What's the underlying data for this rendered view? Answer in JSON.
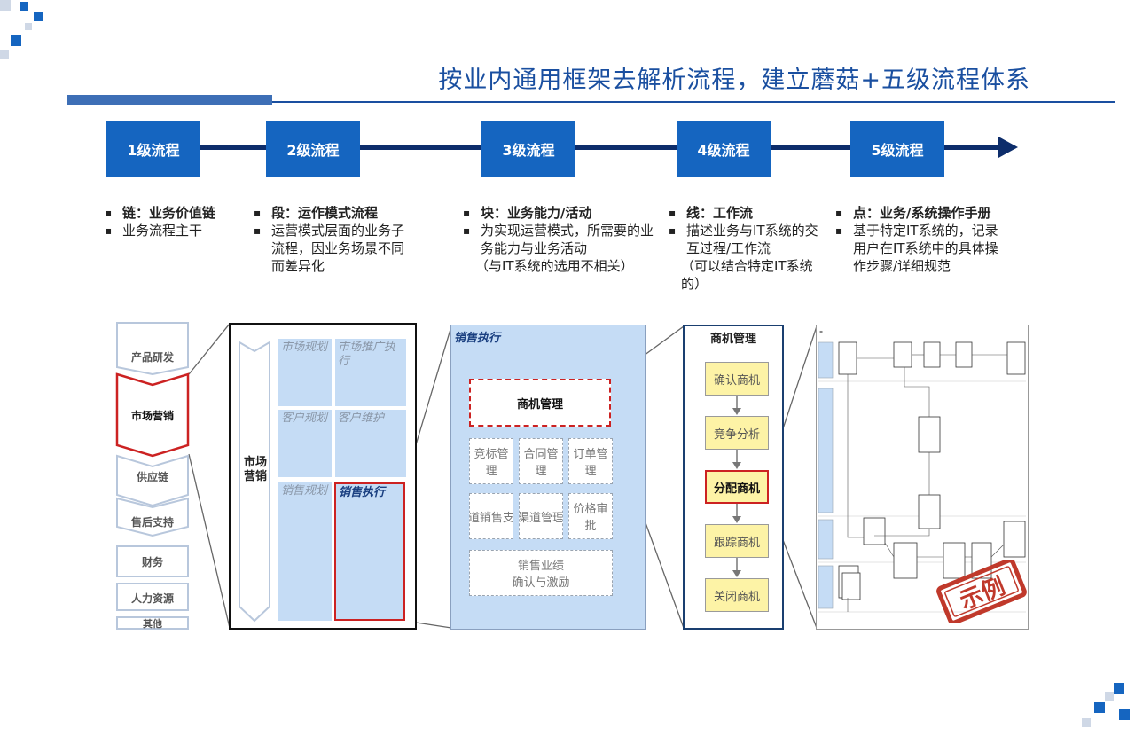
{
  "title": "按业内通用框架去解析流程，建立蘑菇+五级流程体系",
  "levels": [
    "1级流程",
    "2级流程",
    "3级流程",
    "4级流程",
    "5级流程"
  ],
  "descriptions": {
    "l1": {
      "head": "链：业务价值链",
      "body": "业务流程主干"
    },
    "l2": {
      "head": "段：运作模式流程",
      "body": "运营模式层面的业务子流程，因业务场景不同而差异化"
    },
    "l3": {
      "head": "块：业务能力/活动",
      "body": "为实现运营模式，所需要的业务能力与业务活动",
      "note": "（与IT系统的选用不相关）"
    },
    "l4": {
      "head": "线：工作流",
      "body": "描述业务与IT系统的交互过程/工作流",
      "note": "（可以结合特定IT系统的）"
    },
    "l5": {
      "head": "点：业务/系统操作手册",
      "body": "基于特定IT系统的，记录用户在IT系统中的具体操作步骤/详细规范"
    }
  },
  "chain": [
    "产品研发",
    "市场营销",
    "供应链",
    "售后支持",
    "财务",
    "人力资源",
    "其他"
  ],
  "segment": {
    "label": "市场营销",
    "cells": [
      "市场规划",
      "市场推广执行",
      "客户规划",
      "客户维护",
      "销售规划",
      "销售执行"
    ]
  },
  "block": {
    "title": "销售执行",
    "highlight": "商机管理",
    "items": [
      "竞标管理",
      "合同管理",
      "订单管理",
      "渠道销售支持",
      "渠道管理",
      "价格审批",
      "销售业绩\n确认与激励"
    ]
  },
  "line": {
    "title": "商机管理",
    "steps": [
      "确认商机",
      "竞争分析",
      "分配商机",
      "跟踪商机",
      "关闭商机"
    ]
  },
  "stamp": "示例",
  "colors": {
    "primary": "#1565c0",
    "dark": "#0d2d6b",
    "highlight": "#d32f2f",
    "light_blue": "#c5dcf5"
  }
}
